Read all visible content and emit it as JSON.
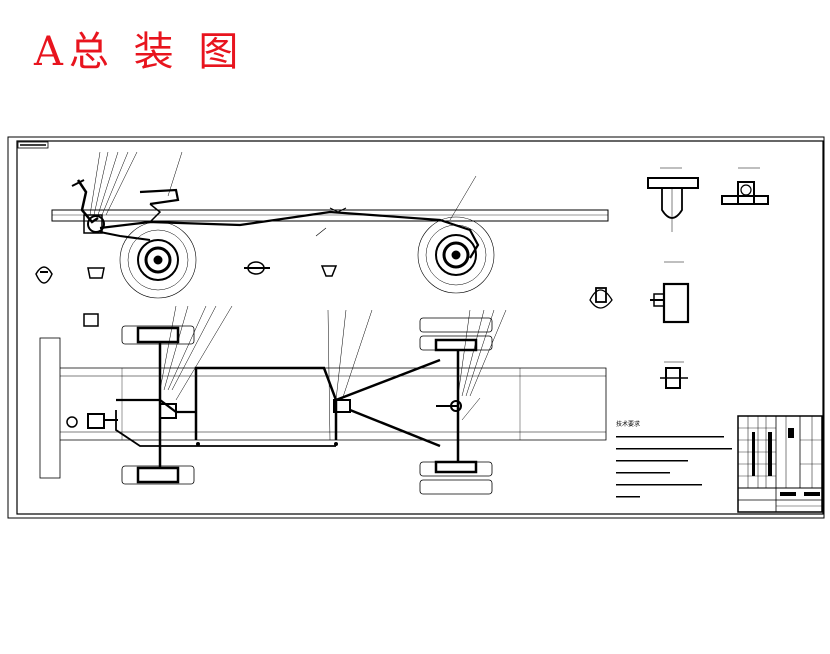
{
  "page": {
    "title": "A总 装 图"
  },
  "colors": {
    "title": "#e8141e",
    "ink": "#000000",
    "background": "#ffffff"
  },
  "drawing": {
    "type": "engineering-assembly-drawing",
    "views": [
      "side-elevation",
      "plan-view",
      "detail-views",
      "title-block"
    ],
    "notes_heading": "技术要求"
  }
}
